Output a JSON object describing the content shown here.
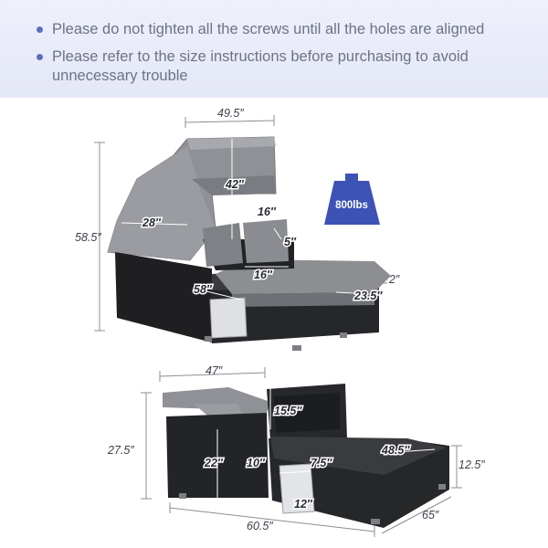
{
  "notes": [
    "Please do not tighten all the screws until all the holes are aligned",
    "Please refer to the size instructions before purchasing to avoid unnecessary trouble"
  ],
  "top_view": {
    "width": "49.5″",
    "height": "58.5″",
    "canopy_height": "42″",
    "canopy_depth": "28″",
    "pillow_size": "16″",
    "pillow_thickness": "5″",
    "pillow_width": "16″",
    "seat_length": "58″",
    "seat_depth": "23.5″",
    "cushion_thickness": "2″"
  },
  "weight_badge": {
    "label": "800lbs",
    "color": "#3d52b5"
  },
  "bottom_view": {
    "width": "47″",
    "height": "27.5″",
    "backrest": "15.5″",
    "arm_height": "22″",
    "table_width": "10″",
    "table_depth": "7.5″",
    "table_height": "12″",
    "seat_length": "48.5″",
    "side_height": "12.5″",
    "total_length": "60.5″",
    "total_depth": "65″"
  }
}
